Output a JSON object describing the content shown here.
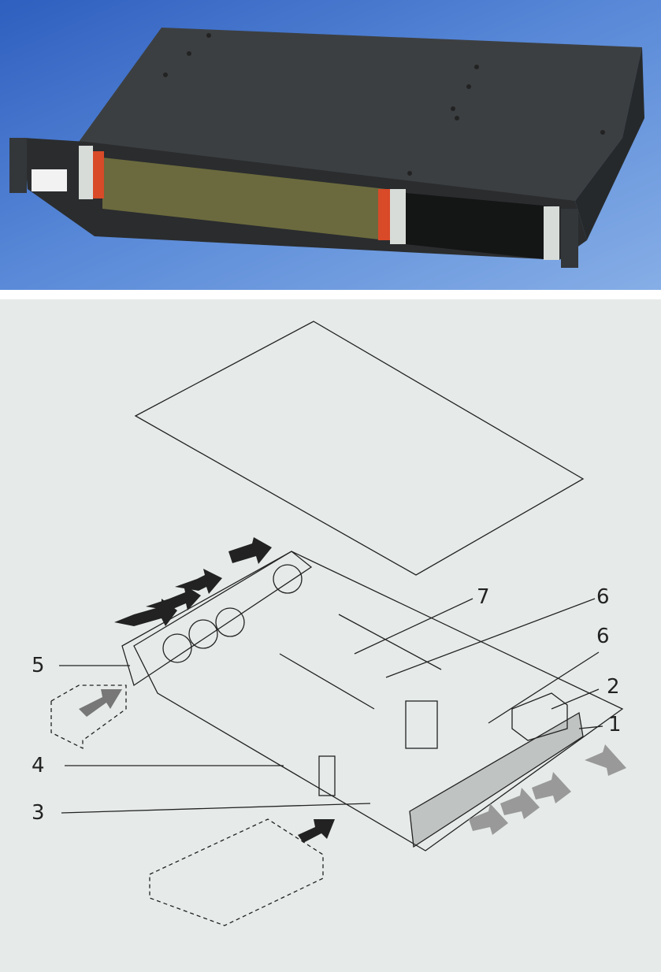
{
  "photo": {
    "subject": "rack-chassis-photo"
  },
  "diagram": {
    "callouts": [
      "1",
      "2",
      "3",
      "4",
      "5",
      "6",
      "6",
      "7"
    ]
  },
  "colors": {
    "photo_bg": "#3f6fc8",
    "diagram_bg": "#e6ebe9"
  }
}
